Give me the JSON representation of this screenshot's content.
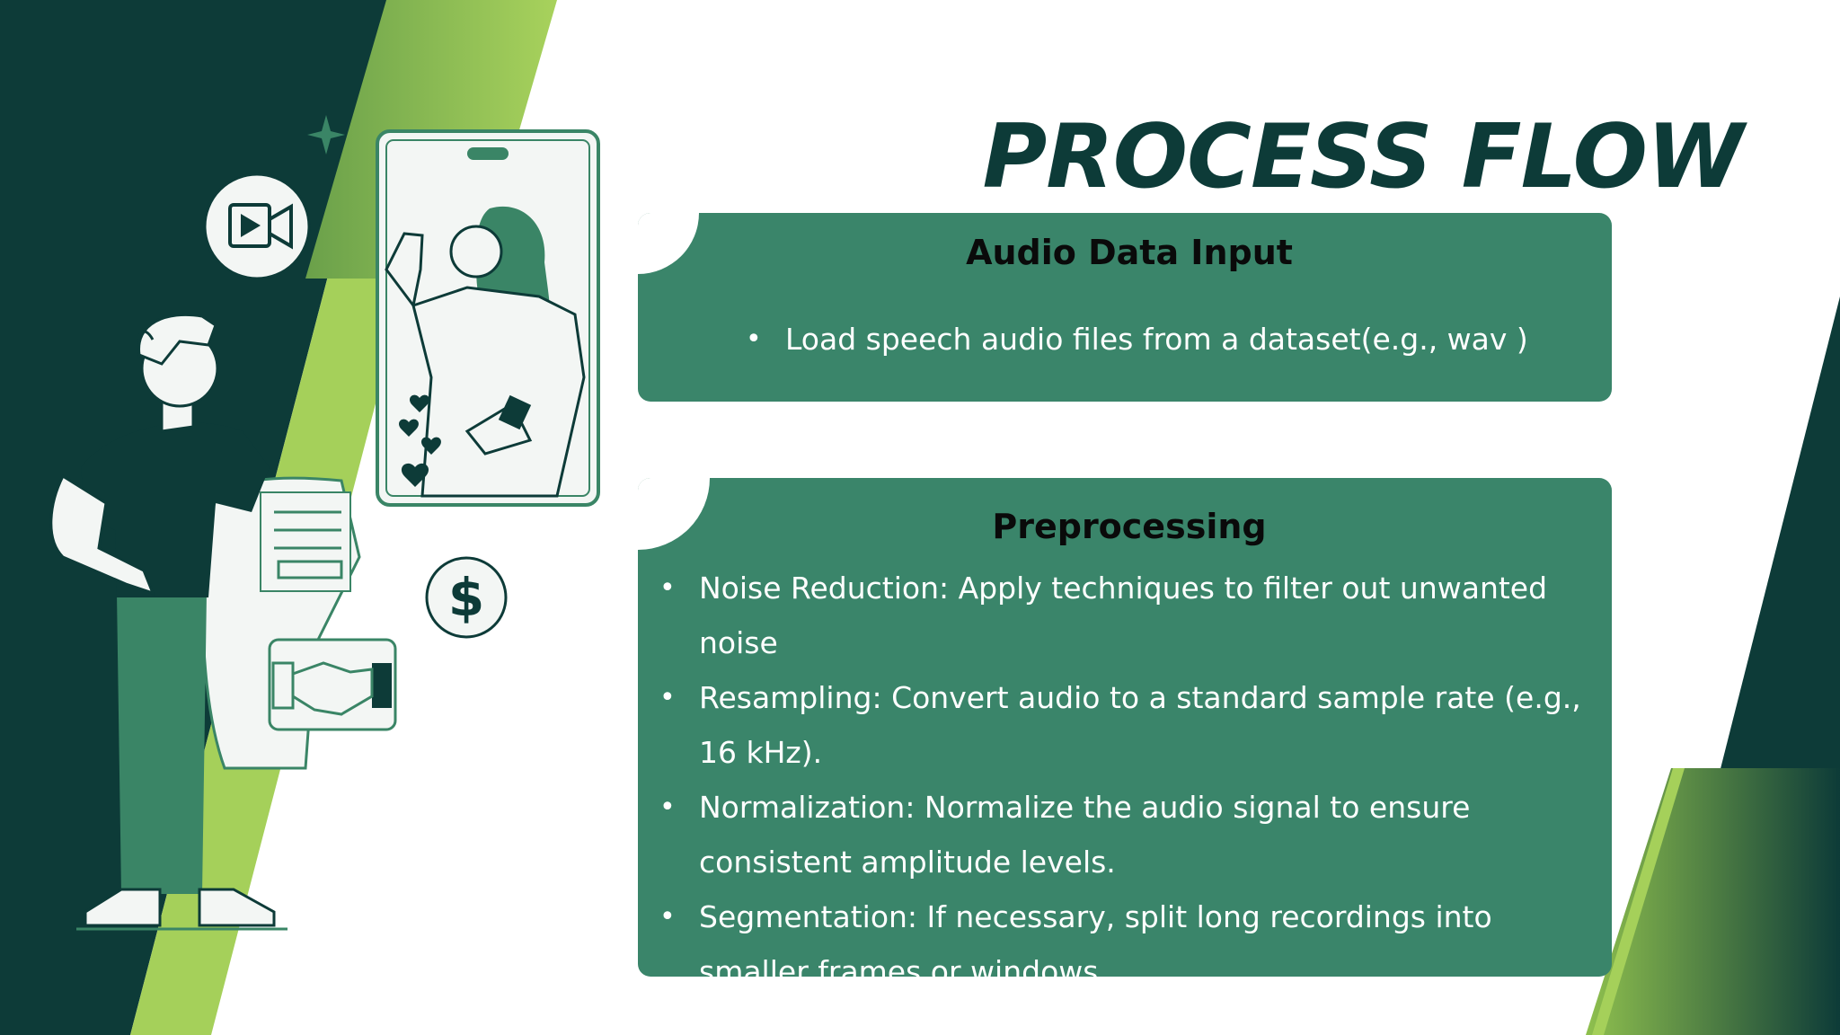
{
  "slide": {
    "title": "PROCESS FLOW",
    "cards": [
      {
        "heading": "Audio Data Input",
        "bullets": [
          "Load speech audio files from a dataset(e.g., wav )"
        ]
      },
      {
        "heading": "Preprocessing",
        "bullets": [
          "Noise Reduction: Apply techniques to filter out unwanted noise",
          "Resampling: Convert audio to a standard sample rate (e.g., 16 kHz).",
          "Normalization: Normalize the audio signal to ensure consistent amplitude levels.",
          "Segmentation: If necessary, split long recordings into smaller frames or windows."
        ]
      }
    ]
  },
  "colors": {
    "dark_teal": "#0d3b38",
    "card_green": "#3a856a",
    "lime": "#a5d05a",
    "illustration_green": "#3a8566",
    "card_heading": "#0a0a0a"
  },
  "illustration": {
    "icons": [
      "sparkle-icon",
      "video-camera-icon",
      "smartphone-icon",
      "dollar-coin-icon",
      "handshake-icon",
      "receipt-scroll-icon",
      "hearts-icon",
      "megaphone-icon"
    ]
  }
}
